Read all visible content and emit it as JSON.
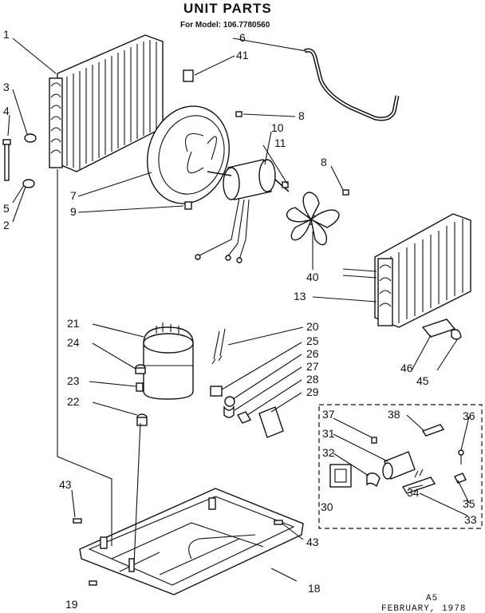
{
  "header": {
    "title": "UNIT PARTS",
    "model_label": "For Model: 106.7780560"
  },
  "callouts": [
    "1",
    "2",
    "3",
    "4",
    "5",
    "6",
    "7",
    "8",
    "8",
    "9",
    "10",
    "11",
    "13",
    "18",
    "19",
    "20",
    "21",
    "22",
    "23",
    "24",
    "25",
    "26",
    "27",
    "28",
    "29",
    "30",
    "31",
    "32",
    "33",
    "34",
    "35",
    "36",
    "37",
    "38",
    "40",
    "41",
    "43",
    "43",
    "45",
    "46"
  ],
  "footer": {
    "code": "A5",
    "date": "FEBRUARY, 1978"
  }
}
